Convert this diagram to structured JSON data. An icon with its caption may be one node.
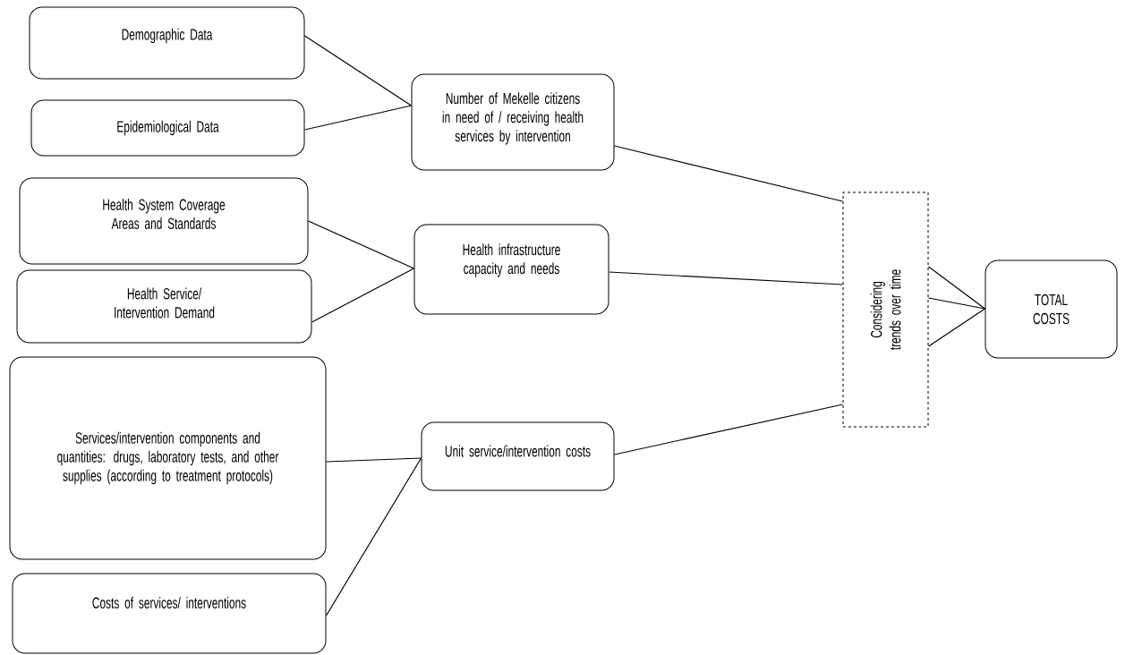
{
  "diagram": {
    "nodes": [
      {
        "text": [
          "Demographic Data"
        ]
      },
      {
        "text": [
          "Epidemiological Data"
        ]
      },
      {
        "text": [
          "Number of Mekelle citizens in need of / receiving health services by intervention"
        ]
      },
      {
        "text": [
          "Health System Coverage Areas and Standards"
        ]
      },
      {
        "text": [
          "Health Service/ Intervention Demand"
        ]
      },
      {
        "text": [
          "Health infrastructure capacity and needs"
        ]
      },
      {
        "text": [
          "Services/intervention components and quantities: drugs, laboratory tests, and other supplies (according to treatment protocols)"
        ]
      },
      {
        "text": [
          "Unit service/intervention costs"
        ]
      },
      {
        "text": [
          "Costs of services/ interventions"
        ]
      },
      {
        "text": [
          "Considering trends over time"
        ]
      },
      {
        "text": [
          "TOTAL COSTS"
        ]
      }
    ],
    "edges": [
      {
        "from": 0,
        "to": 2,
        "arrow": "none"
      },
      {
        "from": 1,
        "to": 2,
        "arrow": "none"
      },
      {
        "from": 3,
        "to": 5,
        "arrow": "none"
      },
      {
        "from": 4,
        "to": 5,
        "arrow": "none"
      },
      {
        "from": 6,
        "to": 7,
        "arrow": "none"
      },
      {
        "from": 8,
        "to": 7,
        "arrow": "none"
      },
      {
        "from": 2,
        "to": 9,
        "arrow": "none"
      },
      {
        "from": 5,
        "to": 9,
        "arrow": "none"
      },
      {
        "from": 7,
        "to": 9,
        "arrow": "none"
      },
      {
        "from": 9,
        "to": 10,
        "arrow": "none"
      },
      {
        "from": 9,
        "to": 10,
        "arrow": "none"
      },
      {
        "from": 9,
        "to": 10,
        "arrow": "none"
      }
    ]
  }
}
